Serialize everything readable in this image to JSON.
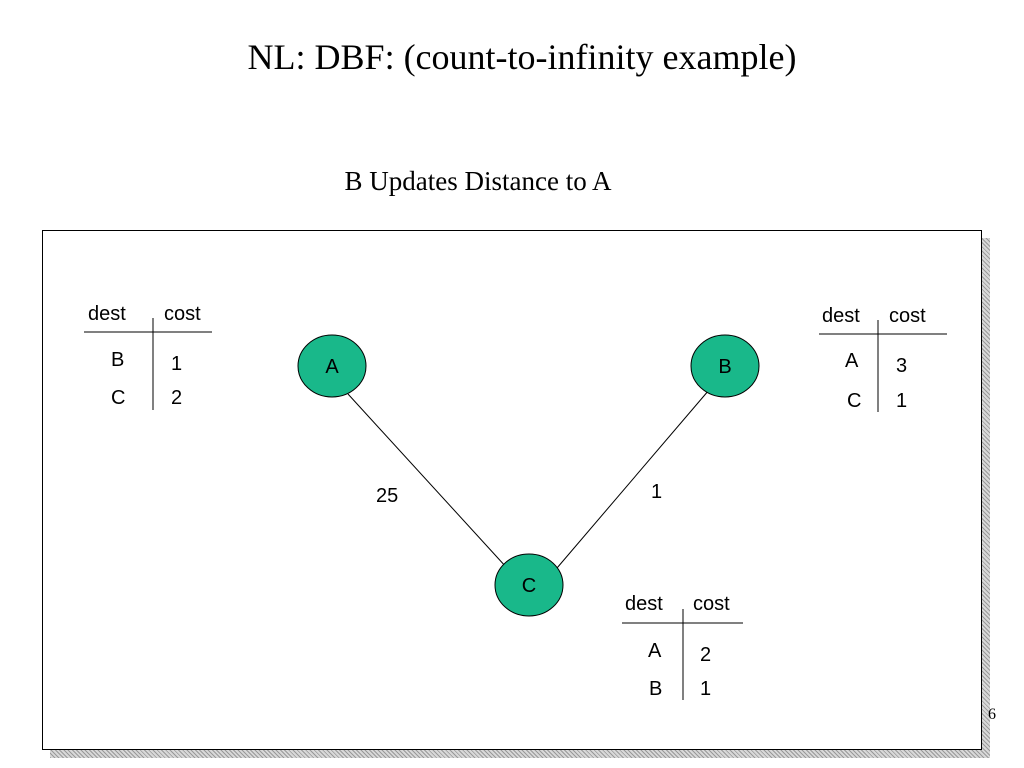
{
  "slide": {
    "title": "NL: DBF: (count-to-infinity example)",
    "subtitle": "B Updates Distance to A",
    "slide_number": "6"
  },
  "colors": {
    "node_fill": "#19b88a"
  },
  "graph": {
    "nodes": [
      {
        "id": "A",
        "label": "A"
      },
      {
        "id": "B",
        "label": "B"
      },
      {
        "id": "C",
        "label": "C"
      }
    ],
    "edges": [
      {
        "from": "A",
        "to": "C",
        "cost": "25"
      },
      {
        "from": "B",
        "to": "C",
        "cost": "1"
      }
    ]
  },
  "tables": {
    "A": {
      "headers": [
        "dest",
        "cost"
      ],
      "rows": [
        [
          "B",
          "1"
        ],
        [
          "C",
          "2"
        ]
      ]
    },
    "B": {
      "headers": [
        "dest",
        "cost"
      ],
      "rows": [
        [
          "A",
          "3"
        ],
        [
          "C",
          "1"
        ]
      ]
    },
    "C": {
      "headers": [
        "dest",
        "cost"
      ],
      "rows": [
        [
          "A",
          "2"
        ],
        [
          "B",
          "1"
        ]
      ]
    }
  }
}
